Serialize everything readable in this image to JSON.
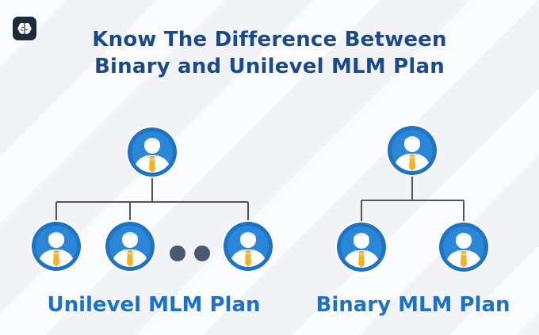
{
  "title": {
    "line1": "Know The Difference Between",
    "line2": "Binary and Unilevel MLM Plan"
  },
  "plans": {
    "unilevel_label": "Unilevel MLM Plan",
    "binary_label": "Binary MLM Plan"
  },
  "colors": {
    "title": "#1a4a8c",
    "plan_label": "#1d71c9",
    "avatar_ring": "#1e73c4",
    "avatar_dark": "#0f4f95",
    "tie": "#f4b324",
    "connector": "#555555",
    "ellipsis_dot": "#4a5a6e"
  },
  "icons": {
    "app_badge": "brain-icon",
    "avatar": "person-icon"
  }
}
